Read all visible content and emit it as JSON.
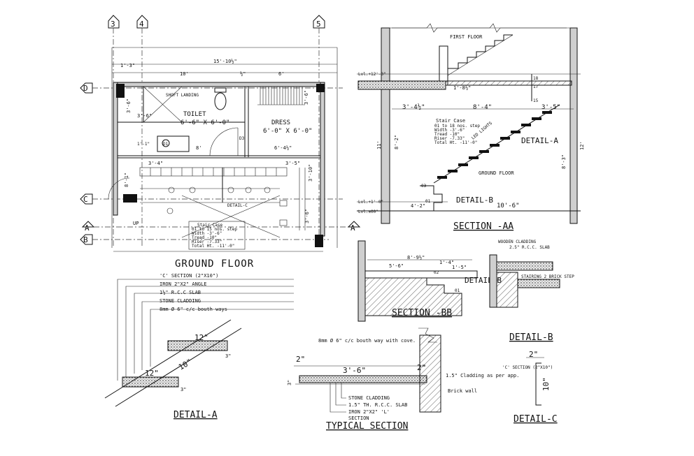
{
  "gridMarks": {
    "col3": "3",
    "col4": "4",
    "col5": "5",
    "rowD": "D",
    "rowC": "C",
    "rowA": "A",
    "rowB": "B"
  },
  "groundFloor": {
    "title": "GROUND FLOOR",
    "dimTop1": "15'-10½\"",
    "dimTop2a": "1'-3\"",
    "dimTop2b": "10'",
    "dimTop2c": "½\"",
    "dimTop2d": "6'",
    "dimMid": "6'-4½\"",
    "dimMid2": "8'",
    "dimLeft1": "3'-6\"",
    "dimLeft2": "1'-1\"",
    "dimLeft3": "3'-4\"",
    "dimRight1": "3'-6\"",
    "dimRight2": "3'-10\"",
    "dimRight3": "3'-5\"",
    "dimSide1": "3'-6\"",
    "dimSide2": "8'-1\"",
    "dimSide3": "3'-6\"",
    "shaftLabel": "SHOFT\nLANDING",
    "toiletLabel": "TOILET",
    "toiletSize": "6'-6\" X 6'-0\"",
    "dressLabel": "DRESS",
    "dressSize": "6'-0\" X 6'-0\"",
    "detailC": "DETAIL-C",
    "up": "UP",
    "d1": "D1",
    "d3": "D3",
    "stairBox": [
      "Stair Case",
      "01 to 15 nos. step",
      "Width   -3'-6\"",
      "Tread   -10\"",
      "Riser   -7.33\"",
      "Total Ht. -11'-0\""
    ]
  },
  "sectionAA": {
    "title": "SECTION -AA",
    "firstFloor": "FIRST FLOOR",
    "groundFloor": "GROUND FLOOR",
    "detailA": "DETAIL-A",
    "detailB": "DETAIL-B",
    "lvlTop": "Lvl.+12'-0\"",
    "lvlMid": "Lvl.+1'-0\"",
    "lvlBot": "Lvl.±00\"",
    "dim1": "1'-8½\"",
    "dim2": "3'-4½\"",
    "dim3": "8'-4\"",
    "dim4": "3'-5\"",
    "dim5": "10'-6\"",
    "dim6": "4'-2\"",
    "dim7": "8'-3\"",
    "dim8": "12'",
    "dim9": "11'",
    "dim10": "8'-2\"",
    "n18": "18",
    "n17": "17",
    "n15": "15",
    "n03": "03",
    "n01": "01",
    "ledLights": "LED LIGHTS",
    "stairBox": [
      "Stair Case",
      "01 to 18 nos. step",
      "Width   -3'-6\"",
      "Tread   -10\"",
      "Riser   -7.33\"",
      "Total Ht. -11'-0\""
    ]
  },
  "sectionBB": {
    "title": "SECTION -BB",
    "detailB": "DETAIL-B",
    "dim1": "8'-9½\"",
    "dim2": "5'-6\"",
    "dim3": "1'-4\"",
    "dim4": "1'-5\"",
    "n02": "02",
    "n01": "01"
  },
  "detailBsmall": {
    "title": "DETAIL-B",
    "note1": "WOODEN CLADDING",
    "note2": "2.5\" R.C.C. SLAB",
    "note3": "STAIRING 2 BRICK STEP"
  },
  "detailA": {
    "title": "DETAIL-A",
    "notes": [
      "'C' SECTION (2\"X10\")",
      "IRON 2\"X2\" ANGLE",
      "1½\" R.C.C SLAB",
      "STONE CLADDING",
      "8mm Ø 6\" c/c bouth ways"
    ],
    "dim12a": "12\"",
    "dim12b": "12\"",
    "dim10": "10\"",
    "dim3a": "3\"",
    "dim3b": "3\""
  },
  "typicalSection": {
    "title": "TYPICAL SECTION",
    "noteTop": "8mm Ø 6\" c/c bouth\nway with cove.",
    "dim2": "2\"",
    "dimSpan": "3'-6\"",
    "dim2b": "2\"",
    "dim3": "3\"",
    "cladding": "1.5\" Cladding\nas per app.",
    "brick": "Brick wall",
    "notes": [
      "STONE CLADDING",
      "1.5\" TH. R.C.C. SLAB",
      "IRON 2\"X2\" 'L'",
      "SECTION"
    ]
  },
  "detailC": {
    "title": "DETAIL-C",
    "dim12": "2\"",
    "note": "'C' SECTION\n(2\"X10\")",
    "dim10": "10\""
  }
}
